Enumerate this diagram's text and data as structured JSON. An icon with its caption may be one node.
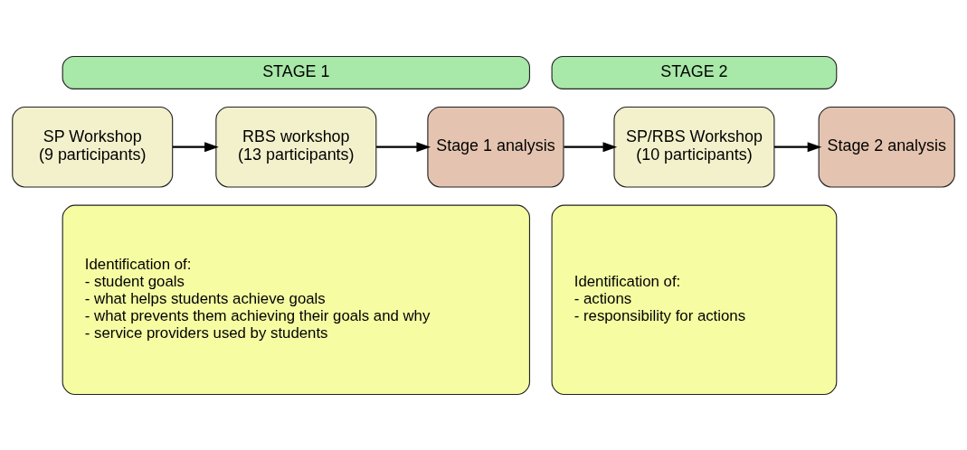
{
  "diagram": {
    "nodes": [
      {
        "text": [
          "STAGE 1"
        ]
      },
      {
        "text": [
          "STAGE 2"
        ]
      },
      {
        "text": [
          "SP Workshop",
          "(9 participants)"
        ]
      },
      {
        "text": [
          "RBS workshop",
          "(13 participants)"
        ]
      },
      {
        "text": [
          "Stage 1 analysis"
        ]
      },
      {
        "text": [
          "SP/RBS Workshop",
          "(10 participants)"
        ]
      },
      {
        "text": [
          "Stage 2 analysis"
        ]
      },
      {
        "text": [
          "Identification of:",
          "- student goals",
          "- what helps students achieve goals",
          "- what prevents them achieving their goals and why",
          "- service providers used by students"
        ]
      },
      {
        "text": [
          "Identification of:",
          "- actions",
          "- responsibility for actions"
        ]
      }
    ],
    "edges": [
      {
        "from": 2,
        "to": 3,
        "arrow": "to"
      },
      {
        "from": 3,
        "to": 4,
        "arrow": "to"
      },
      {
        "from": 4,
        "to": 5,
        "arrow": "to"
      },
      {
        "from": 5,
        "to": 6,
        "arrow": "to"
      }
    ]
  }
}
